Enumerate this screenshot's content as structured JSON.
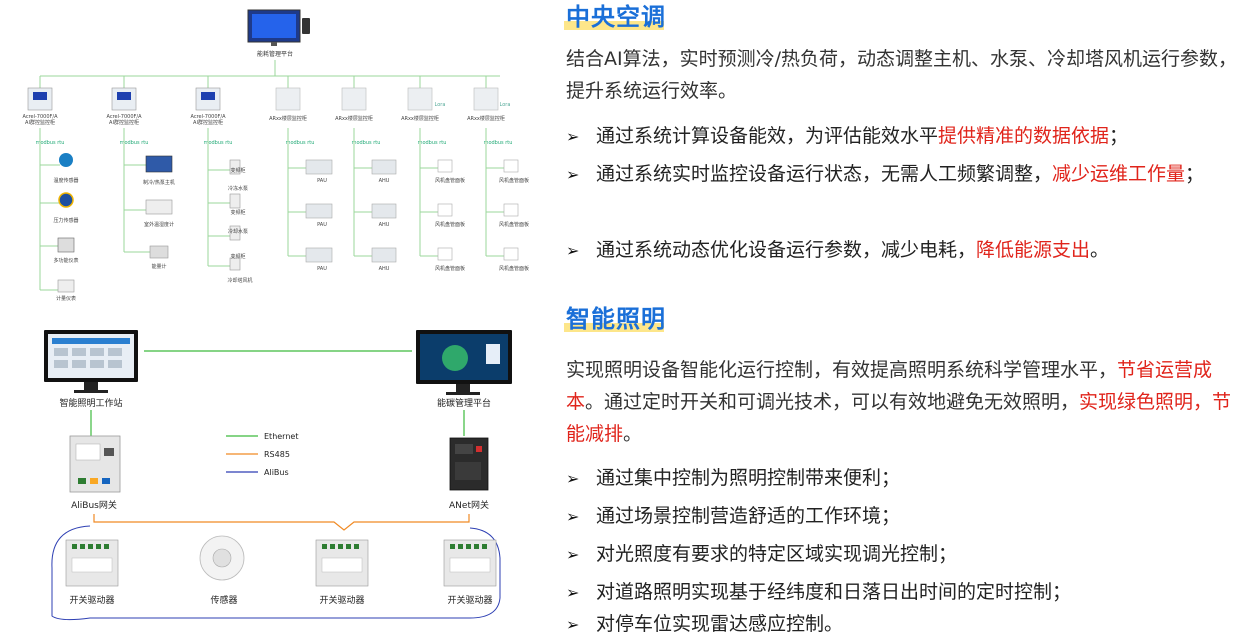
{
  "hvac": {
    "title": "中央空调",
    "intro": "结合AI算法，实时预测冷/热负荷，动态调整主机、水泵、冷却塔风机运行参数，提升系统运行效率。",
    "bullets": [
      {
        "pre": "通过系统计算设备能效，为评估能效水平",
        "red": "提供精准的数据依据",
        "post": "；"
      },
      {
        "pre": "通过系统实时监控设备运行状态，无需人工频繁调整，",
        "red": "减少运维工作量",
        "post": "；"
      },
      {
        "pre": "通过系统动态优化设备运行参数，减少电耗，",
        "red": "降低能源支出",
        "post": "。"
      }
    ]
  },
  "lighting": {
    "title": "智能照明",
    "intro_a": "实现照明设备智能化运行控制，有效提高照明系统科学管理水平，",
    "intro_red1": "节省运营成本",
    "intro_b": "。通过定时开关和可调光技术，可以有效地避免无效照明，",
    "intro_red2": "实现绿色照明，节能减排",
    "intro_c": "。",
    "bullets": [
      "通过集中控制为照明控制带来便利；",
      "通过场景控制营造舒适的工作环境；",
      "对光照度有要求的特定区域实现调光控制；",
      "对道路照明实现基于经纬度和日落日出时间的定时控制；",
      "对停车位实现雷达感应控制。"
    ]
  },
  "hvac_diagram": {
    "platform_label": "能耗管理平台",
    "controllers": [
      {
        "model": "Acrel-7000F/A",
        "label": "AI群控监控柜",
        "bus": "modbus rtu"
      },
      {
        "model": "Acrel-7000F/A",
        "label": "AI群控监控柜",
        "bus": "modbus rtu"
      },
      {
        "model": "Acrel-7000F/A",
        "label": "AI群控监控柜",
        "bus": "modbus rtu"
      }
    ],
    "floor_cabinets": [
      {
        "label": "ARxx楼层监控柜",
        "bus": "modbus rtu"
      },
      {
        "label": "ARxx楼层监控柜",
        "bus": "modbus rtu"
      },
      {
        "label": "ARxx楼层监控柜",
        "bus": "modbus rtu"
      },
      {
        "label": "ARxx楼层监控柜",
        "bus": "modbus rtu"
      }
    ],
    "col1_devices": [
      "温度传感器",
      "压力传感器",
      "多功能仪表",
      "计量仪表"
    ],
    "col2_devices": [
      "制冷/热泵主机",
      "室外温湿度计",
      "能量计"
    ],
    "col3_devices": [
      "变频柜",
      "冷冻水泵",
      "变频柜",
      "冷却水泵",
      "变频柜",
      "冷却塔风机"
    ],
    "pau_label": "PAU",
    "ahu_label": "AHU",
    "fcu_label": "风机盘管面板",
    "lora_label": "Lora"
  },
  "lighting_diagram": {
    "workstation_label": "智能照明工作站",
    "platform_label": "能碳管理平台",
    "alibus_gateway": "AliBus网关",
    "anet_gateway": "ANet网关",
    "legend": [
      {
        "name": "Ethernet",
        "color": "#3dbb3d"
      },
      {
        "name": "RS485",
        "color": "#f08a24"
      },
      {
        "name": "AliBus",
        "color": "#2d3fb3"
      }
    ],
    "bottom_devices": [
      "开关驱动器",
      "传感器",
      "开关驱动器",
      "开关驱动器"
    ]
  }
}
